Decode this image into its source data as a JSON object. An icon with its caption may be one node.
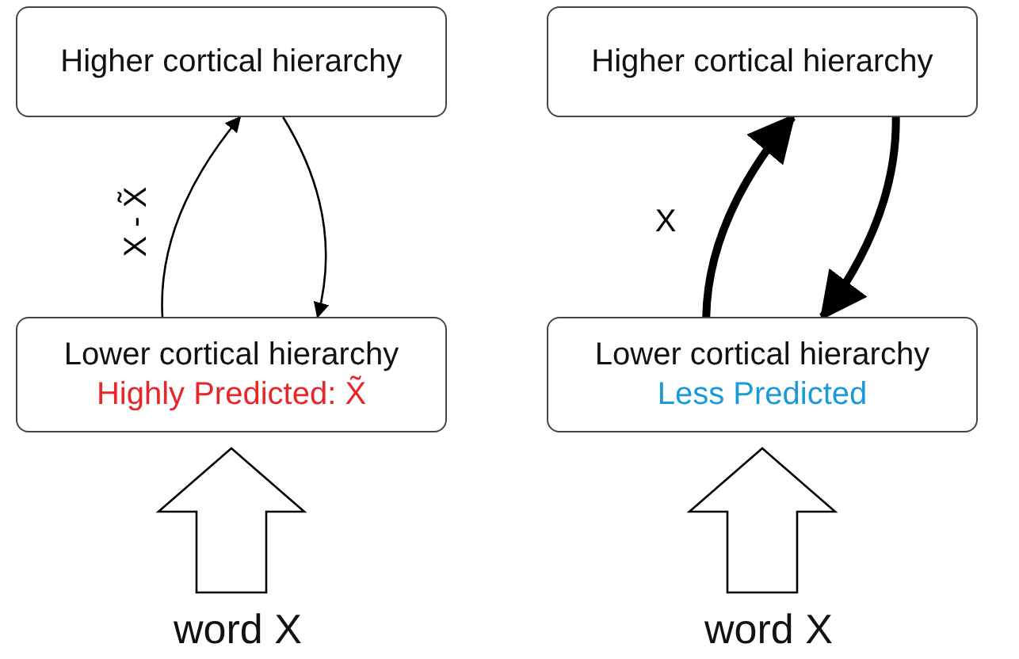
{
  "diagram": {
    "nodes": [
      {
        "text": [
          "Higher cortical hierarchy"
        ]
      },
      {
        "text": [
          "Lower cortical hierarchy",
          "Highly Predicted: X̃"
        ]
      },
      {
        "text": [
          "word X"
        ]
      },
      {
        "text": [
          "Higher cortical hierarchy"
        ]
      },
      {
        "text": [
          "Lower cortical hierarchy",
          "Less Predicted"
        ]
      },
      {
        "text": [
          "word X"
        ]
      }
    ],
    "edges": [
      {
        "from": 1,
        "to": 0,
        "arrow": "to",
        "label": "X - X̃"
      },
      {
        "from": 0,
        "to": 1,
        "arrow": "to"
      },
      {
        "from": 2,
        "to": 1,
        "arrow": "to"
      },
      {
        "from": 4,
        "to": 3,
        "arrow": "to",
        "label": "X",
        "style": "thick"
      },
      {
        "from": 3,
        "to": 4,
        "arrow": "to",
        "style": "thick"
      },
      {
        "from": 5,
        "to": 4,
        "arrow": "to"
      }
    ]
  }
}
